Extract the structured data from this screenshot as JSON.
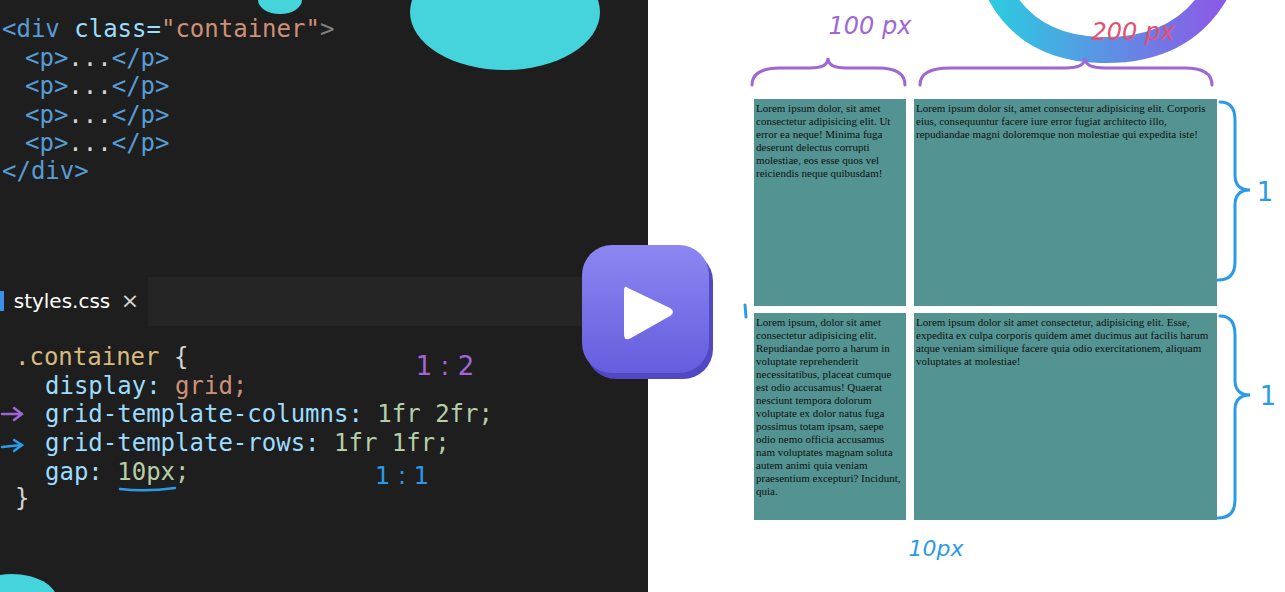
{
  "diagram": {
    "nodes": [
      {
        "text": [
          "Lorem ipsum dolor, sit amet consectetur adipisicing elit. Ut error ea neque! Minima fuga deserunt delectus corrupti molestiae, eos esse quos vel reiciendis neque quibusdam!"
        ]
      },
      {
        "text": [
          "Lorem ipsum dolor sit, amet consectetur adipisicing elit. Corporis eius, consequuntur facere iure error fugiat architecto illo, repudiandae magni doloremque non molestiae qui expedita iste!"
        ]
      },
      {
        "text": [
          "Lorem ipsum, dolor sit amet consectetur adipisicing elit. Repudiandae porro a harum in voluptate reprehenderit necessitatibus, placeat cumque est odio accusamus! Quaerat nesciunt tempora dolorum voluptate ex dolor natus fuga possimus totam ipsam, saepe odio nemo officia accusamus nam voluptates magnam soluta autem animi quia veniam praesentium excepturi? Incidunt, quia."
        ]
      },
      {
        "text": [
          "Lorem ipsum dolor sit amet consectetur, adipisicing elit. Esse, expedita ex culpa corporis quidem amet ducimus aut facilis harum atque veniam similique facere quia odio exercitationem, aliquam voluptates at molestiae!"
        ]
      }
    ],
    "labels": [
      "<div",
      "class=",
      "\"container\"",
      ">",
      "<p>",
      "...",
      "</p>",
      "<p>",
      "...",
      "</p>",
      "<p>",
      "...",
      "</p>",
      "<p>",
      "...",
      "</p>",
      "</div>",
      "styles.css",
      "×",
      ".container",
      "{",
      "display:",
      "grid;",
      "grid-template-columns:",
      "1fr 2fr;",
      "grid-template-rows:",
      "1fr 1fr;",
      "gap:",
      "10px;",
      "}",
      "1 : 2",
      "1 : 1",
      "100 px",
      "200 px",
      "1",
      "1",
      "10px"
    ]
  }
}
